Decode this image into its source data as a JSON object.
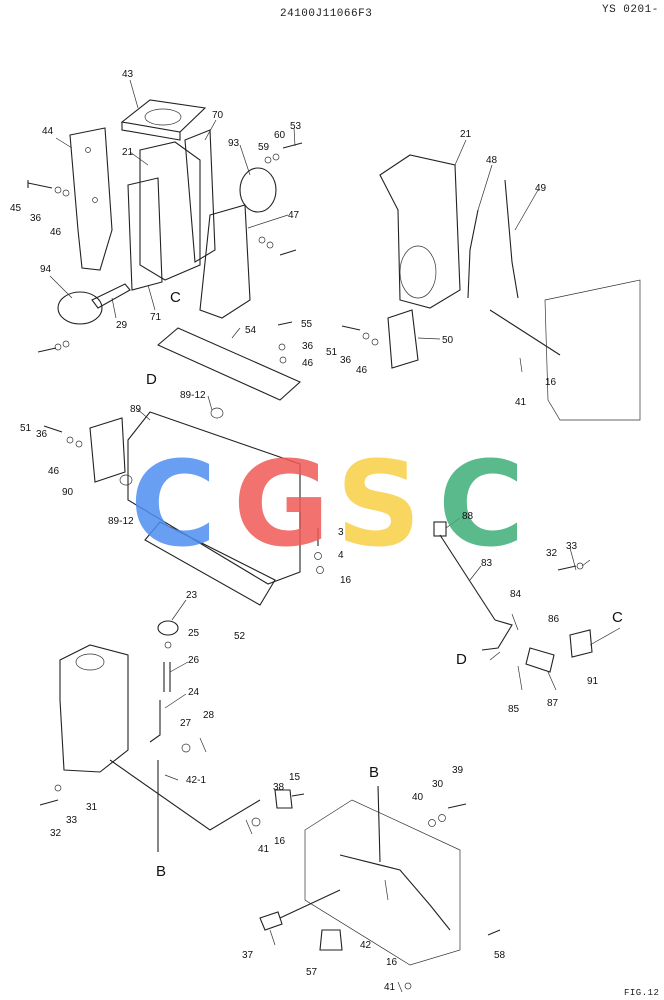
{
  "header": {
    "doc_code": "24100J11066F3",
    "sheet_ref": "YS 0201-",
    "fig_ref": "FIG.12"
  },
  "watermark": {
    "letters": [
      "C",
      "G",
      "S",
      "C"
    ],
    "colors": [
      "#4f8ff0",
      "#ef5a55",
      "#f7cf45",
      "#3fae79"
    ]
  },
  "labels": [
    "43",
    "44",
    "70",
    "21",
    "93",
    "60",
    "53",
    "59",
    "45",
    "36",
    "46",
    "47",
    "94",
    "29",
    "71",
    "C",
    "54",
    "55",
    "36",
    "46",
    "51",
    "36",
    "46",
    "50",
    "16",
    "41",
    "21",
    "48",
    "49",
    "D",
    "89-12",
    "89",
    "51",
    "36",
    "46",
    "90",
    "89-12",
    "3",
    "4",
    "16",
    "88",
    "83",
    "32",
    "33",
    "84",
    "86",
    "D",
    "C",
    "91",
    "85",
    "87",
    "52",
    "23",
    "25",
    "26",
    "24",
    "27",
    "28",
    "42-1",
    "B",
    "31",
    "33",
    "32",
    "B",
    "15",
    "38",
    "16",
    "41",
    "30",
    "39",
    "40",
    "37",
    "57",
    "42",
    "58",
    "41",
    "16"
  ]
}
